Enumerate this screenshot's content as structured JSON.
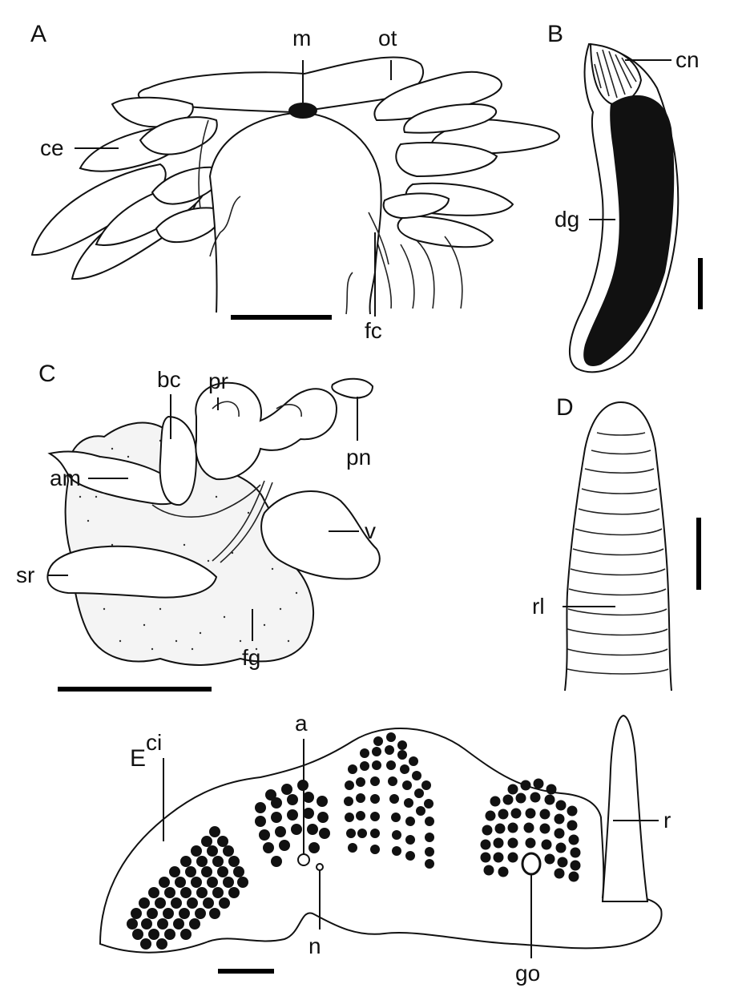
{
  "panels": {
    "A": {
      "letter": "A",
      "labels": {
        "m": "m",
        "ot": "ot",
        "ce": "ce",
        "fc": "fc"
      }
    },
    "B": {
      "letter": "B",
      "labels": {
        "cn": "cn",
        "dg": "dg"
      }
    },
    "C": {
      "letter": "C",
      "labels": {
        "bc": "bc",
        "pr": "pr",
        "pn": "pn",
        "am": "am",
        "v": "v",
        "sr": "sr",
        "fg": "fg"
      }
    },
    "D": {
      "letter": "D",
      "labels": {
        "rl": "rl"
      }
    },
    "E": {
      "letter": "E",
      "labels": {
        "a": "a",
        "ci": "ci",
        "r": "r",
        "n": "n",
        "go": "go"
      }
    }
  },
  "colors": {
    "ink": "#111111",
    "background": "#ffffff"
  }
}
